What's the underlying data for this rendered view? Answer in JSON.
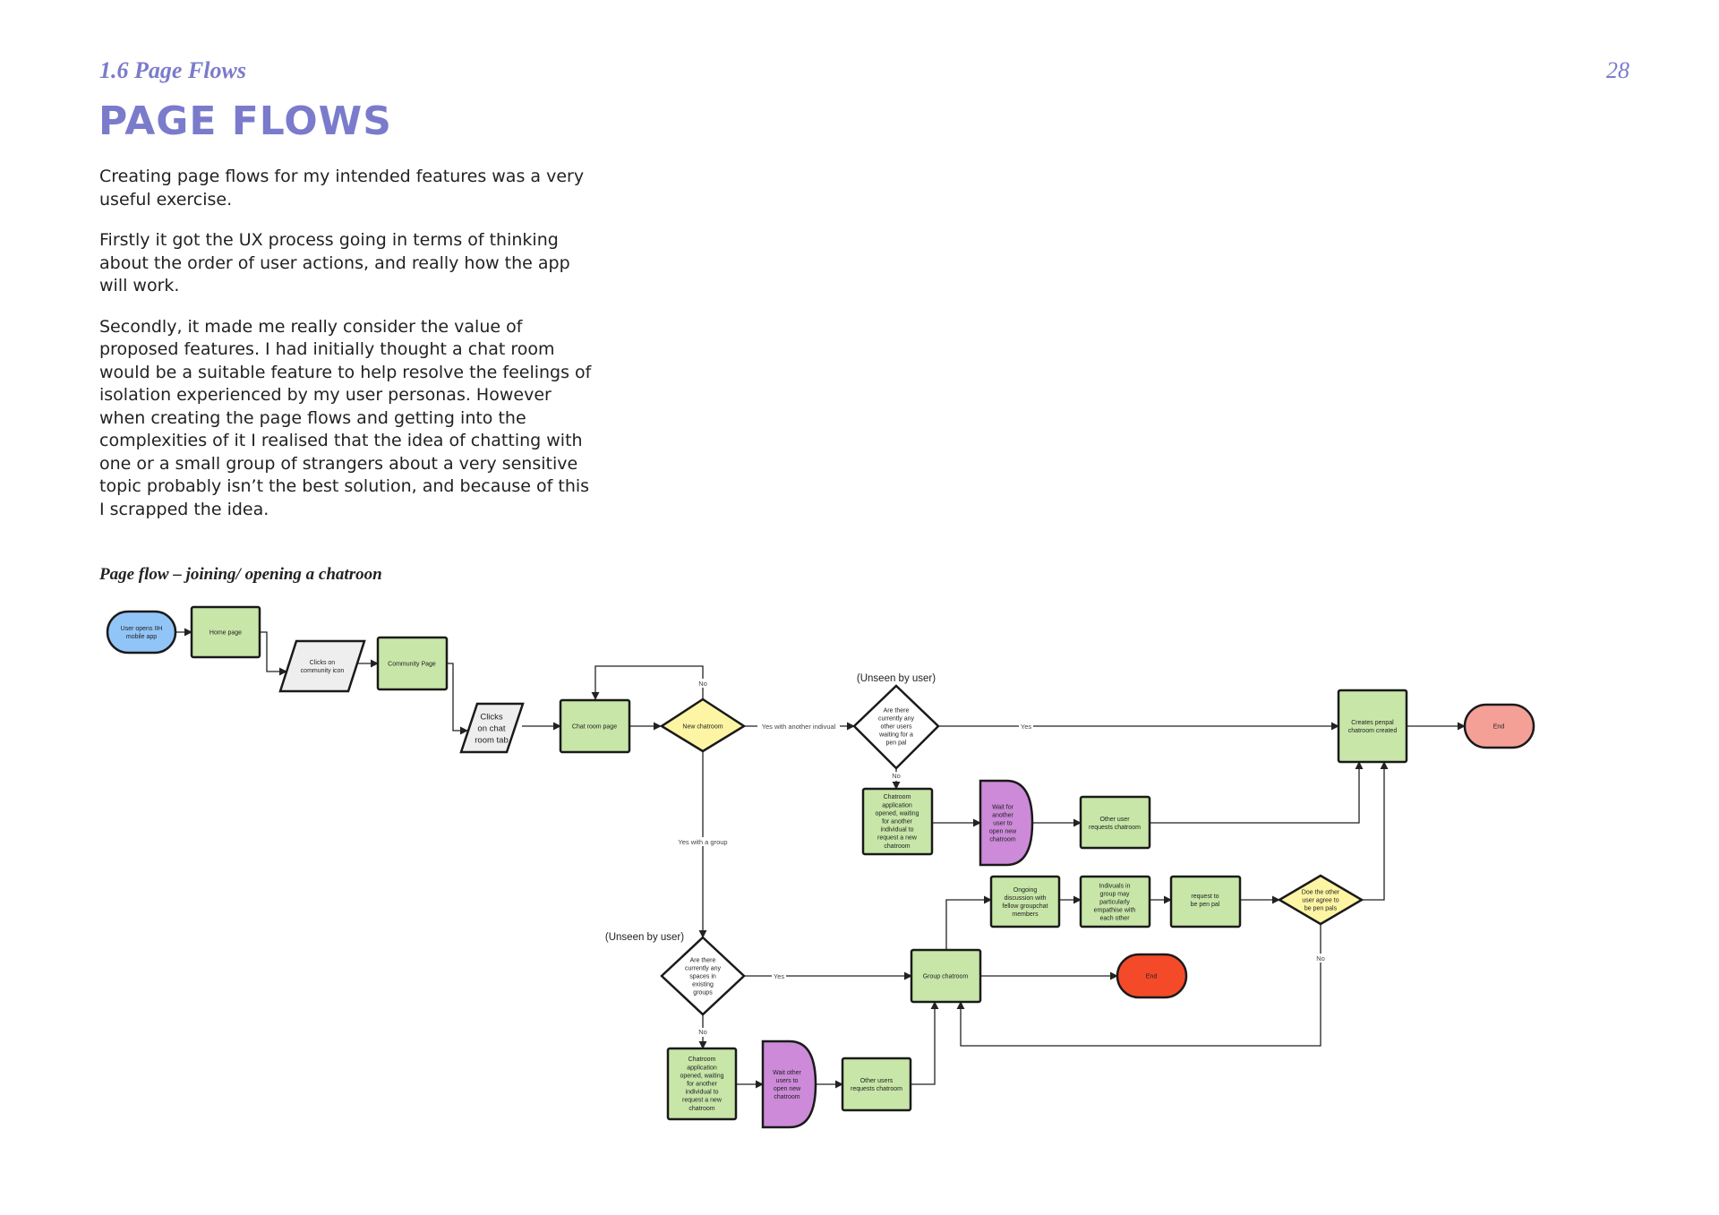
{
  "header": {
    "section": "1.6 Page Flows",
    "page_number": "28",
    "title": "PAGE FLOWS"
  },
  "body": {
    "paragraphs": [
      "Creating page flows for my intended features was a very useful exercise.",
      "Firstly it got the UX process going in terms of thinking about the order of user actions, and really how the app will work.",
      "Secondly, it made me really consider the value of proposed features. I had initially thought a chat room would be a suitable feature to help resolve the feelings of isolation experienced by my user personas. However when creating the page flows and getting into the complexities of it I realised that the idea of chatting with one or a small group of strangers about a very sensitive topic probably isn’t the best solution, and because of this I scrapped the idea."
    ]
  },
  "diagram": {
    "caption": "Page flow – joining/ opening a chatroon",
    "colors": {
      "start": "#92c5f7",
      "process": "#c8e6a8",
      "decision": "#fdf5a3",
      "wait": "#cc8ad9",
      "input": "#eeeeee",
      "end_soft": "#f4a097",
      "end_strong": "#f44a2a"
    },
    "nodes": {
      "start": "User opens IIH mobile app",
      "home": "Home page",
      "clicks_community": "Clicks on community icon",
      "community": "Community Page",
      "clicks_chat": "Clicks on chat room tab",
      "chat_room": "Chat room page",
      "new_chatroom": "New chatroom",
      "pen_pal_check": "Are there currently any other users waiting for a pen pal",
      "creates_penpal": "Creates penpal chatroom created",
      "end_top": "End",
      "chatroom_app_1": "Chatroom application opened, waiting for another individual to request a new chatroom",
      "wait_1": "Wait for another user to open new chatroom",
      "other_requests_1": "Other user requests chatroom",
      "ongoing": "Ongoing discussion with fellow groupchat members",
      "empathise": "Indivuals in group may particularly empathise with each other",
      "request_pen_pal": "request to be pen pal",
      "agree_check": "Doe the other user agree to be pen pals",
      "group_chatroom": "Group chatroom",
      "end_mid": "End",
      "spaces_check": "Are there currently any spaces in existing groups",
      "chatroom_app_2": "Chatroom application opened, waiting for another individual to request a new chatroom",
      "wait_2": "Wait other users to open new chatroom",
      "other_requests_2": "Other users requests chatroom"
    },
    "notes": {
      "unseen_top": "(Unseen by user)",
      "unseen_bottom": "(Unseen by user)"
    },
    "edge_labels": {
      "no_loop": "No",
      "yes_another_individual": "Yes with another indivual",
      "yes_top": "Yes",
      "no_pen_pal": "No",
      "yes_with_group": "Yes with a group",
      "yes_spaces": "Yes",
      "no_spaces": "No",
      "no_agree": "No"
    }
  }
}
